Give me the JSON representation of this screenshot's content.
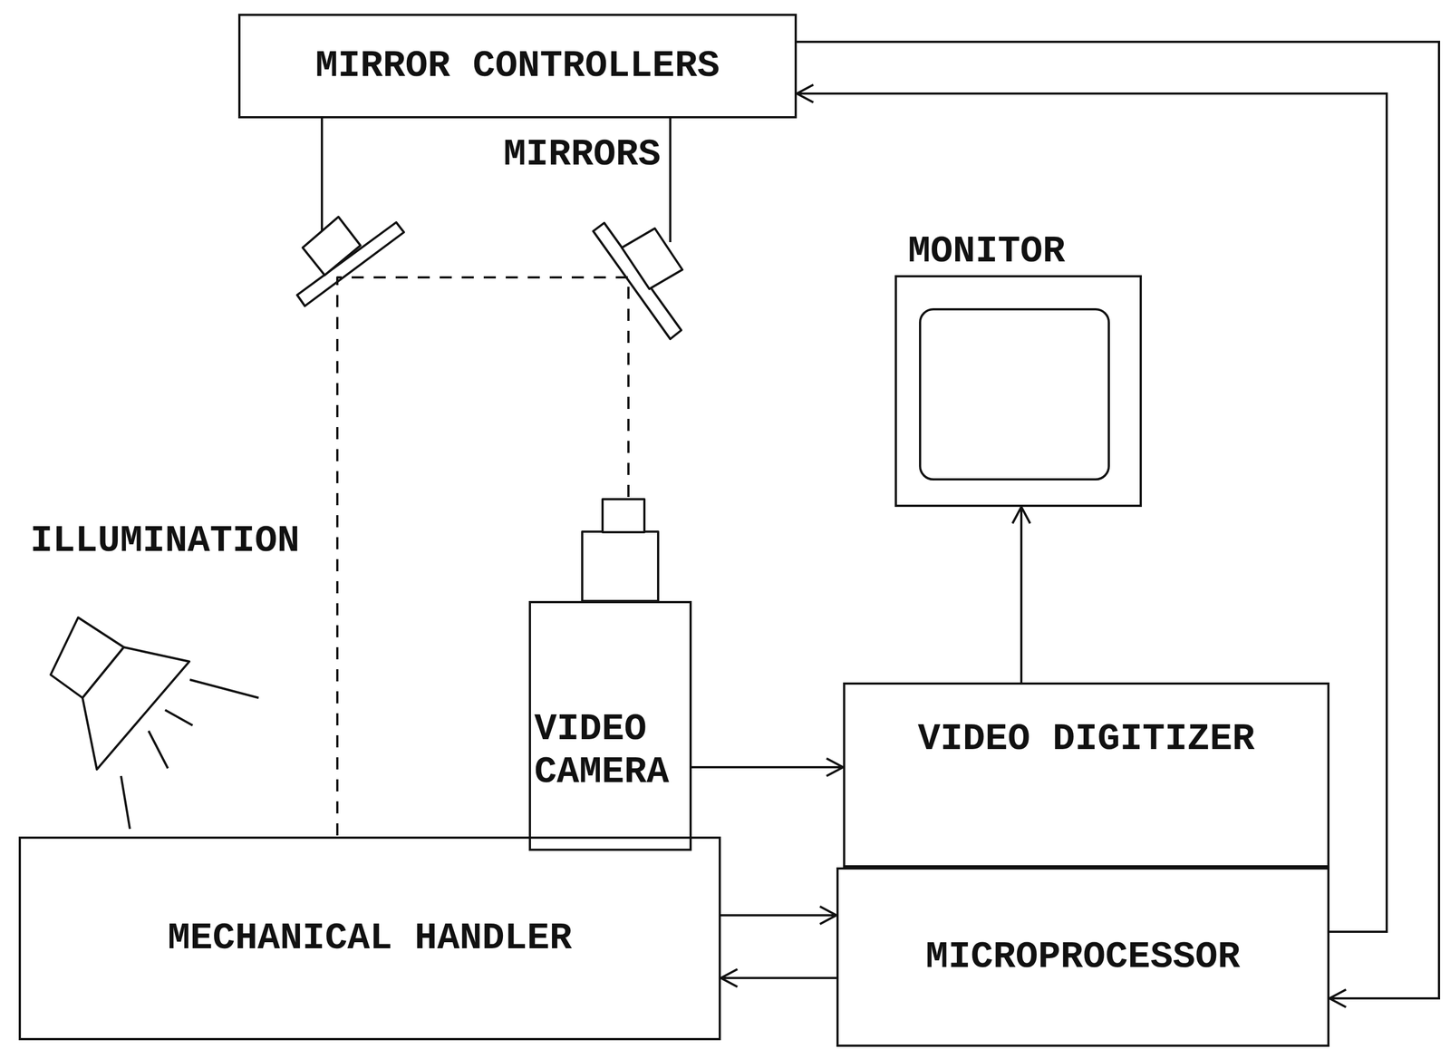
{
  "diagram": {
    "nodes": [
      {
        "text": [
          "MIRROR CONTROLLERS"
        ]
      },
      {
        "text": [
          "MONITOR"
        ]
      },
      {
        "text": [
          "VIDEO CAMERA"
        ]
      },
      {
        "text": [
          "VIDEO DIGITIZER"
        ]
      },
      {
        "text": [
          "MECHANICAL HANDLER"
        ]
      },
      {
        "text": [
          "MICROPROCESSOR"
        ]
      }
    ],
    "edges": [
      {
        "from": 2,
        "to": 3,
        "arrow": "to"
      },
      {
        "from": 3,
        "to": 1,
        "arrow": "to"
      },
      {
        "from": 4,
        "to": 5,
        "arrow": "to"
      },
      {
        "from": 5,
        "to": 4,
        "arrow": "to"
      },
      {
        "from": 0,
        "to": 5,
        "arrow": "to"
      },
      {
        "from": 5,
        "to": 0,
        "arrow": "to"
      }
    ],
    "labels": [
      "MIRRORS",
      "ILLUMINATION"
    ]
  }
}
